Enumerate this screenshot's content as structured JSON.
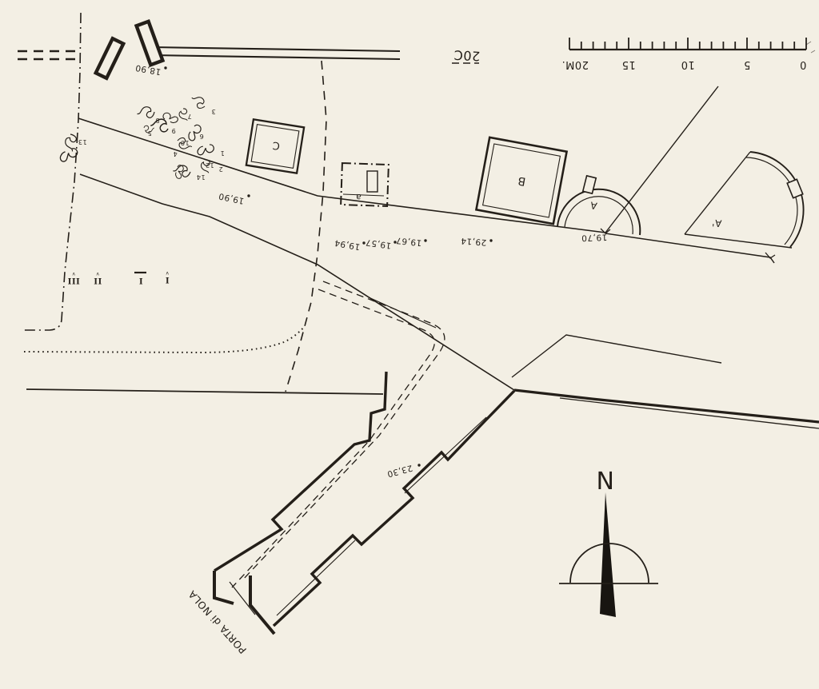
{
  "palette": {
    "paper": "#f3efe4",
    "ink": "#241f19"
  },
  "figure_label": "20C",
  "scale_bar": {
    "tick_labels": [
      "0",
      "5",
      "10",
      "15",
      "20M."
    ]
  },
  "compass": {
    "north_label": "N"
  },
  "gate_label": "PORTA di NOLA",
  "structure_labels": {
    "tomb_c": "C",
    "enclosure_a": "a",
    "tomb_b": "B",
    "schola_a": "A",
    "schola_a_prime": "A'"
  },
  "spot_heights": [
    {
      "value": "18,90"
    },
    {
      "value": "19,90"
    },
    {
      "value": "19,94"
    },
    {
      "value": "19,57"
    },
    {
      "value": "19,67"
    },
    {
      "value": "29,14"
    },
    {
      "value": "19,70"
    },
    {
      "value": "23,30"
    }
  ],
  "find_numbers": [
    {
      "n": "13"
    },
    {
      "n": "5"
    },
    {
      "n": "8"
    },
    {
      "n": "7"
    },
    {
      "n": "3"
    },
    {
      "n": "9"
    },
    {
      "n": "6"
    },
    {
      "n": "10"
    },
    {
      "n": "4"
    },
    {
      "n": "1"
    },
    {
      "n": "12"
    },
    {
      "n": "2"
    },
    {
      "n": "14"
    }
  ],
  "site_markers": [
    {
      "label": "III"
    },
    {
      "label": "II"
    },
    {
      "label": "I"
    },
    {
      "label": "I"
    }
  ]
}
